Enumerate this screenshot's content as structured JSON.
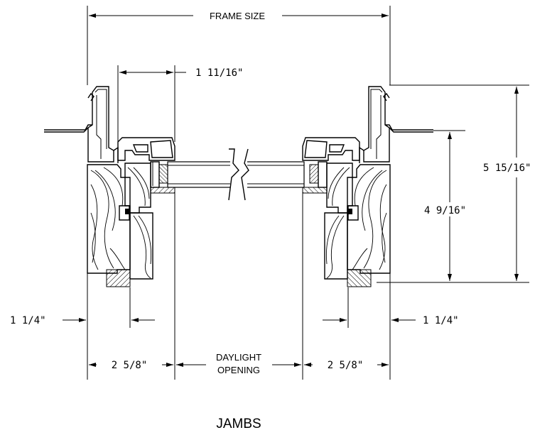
{
  "title": "JAMBS",
  "dimensions": {
    "frame_size": "FRAME SIZE",
    "sash_width": "1 11/16\"",
    "overall_height": "5 15/16\"",
    "inner_height": "4 9/16\"",
    "left_offset": "1 1/4\"",
    "right_offset": "1 1/4\"",
    "left_jamb": "2 5/8\"",
    "right_jamb": "2 5/8\"",
    "daylight_line1": "DAYLIGHT",
    "daylight_line2": "OPENING"
  }
}
